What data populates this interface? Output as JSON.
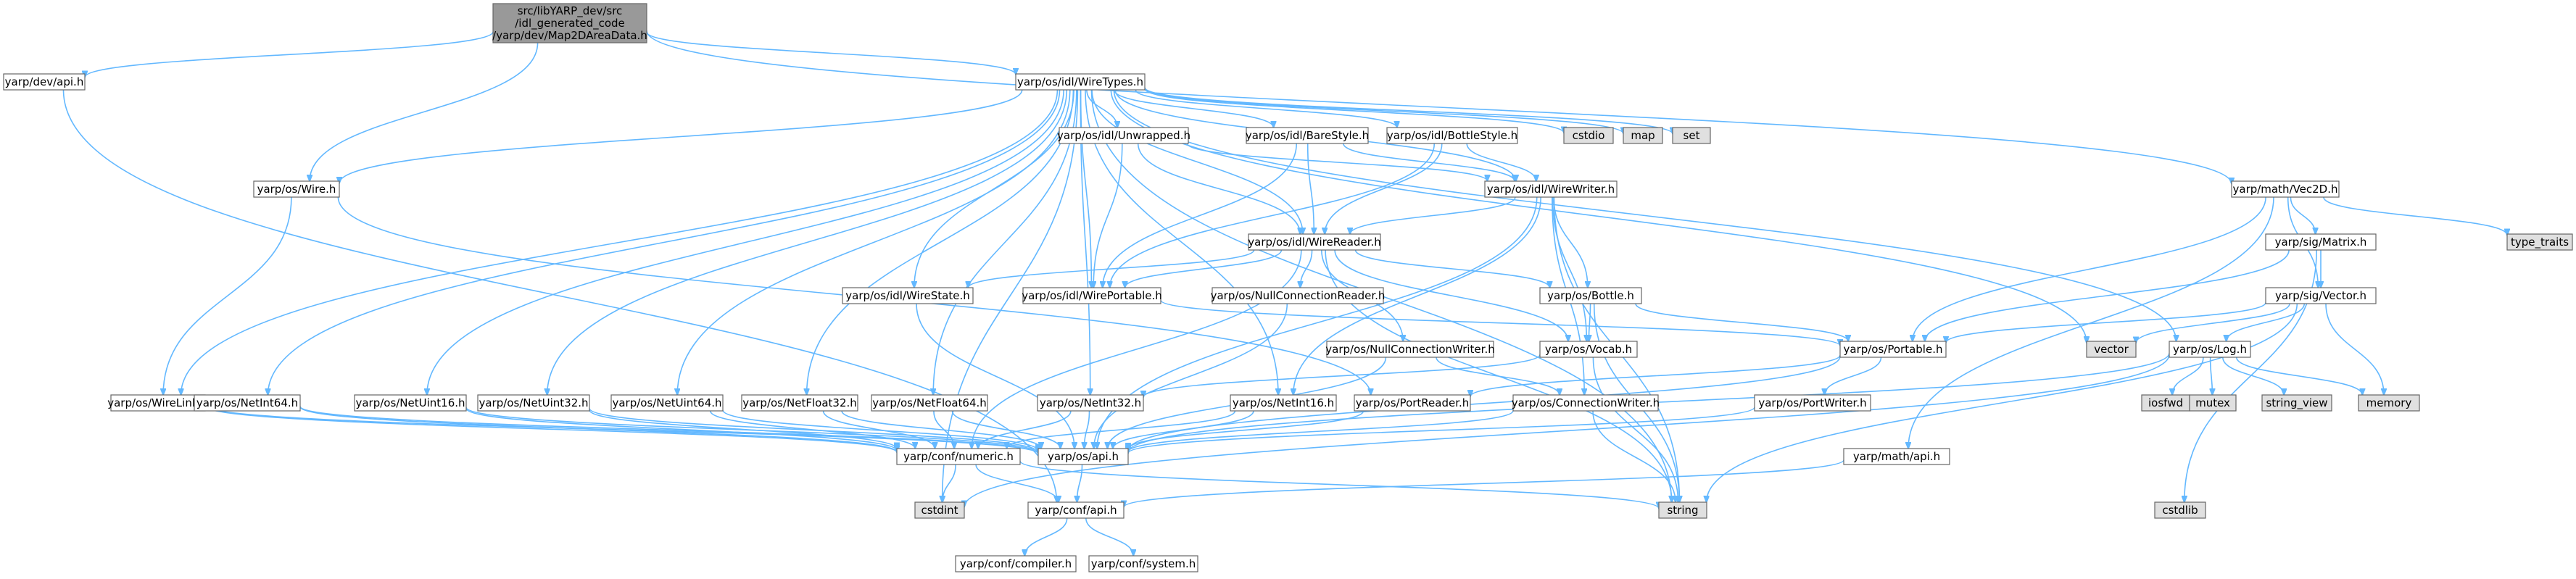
{
  "colors": {
    "edge": "#63b8ff",
    "node_fill": "#ffffff",
    "node_border": "#666666",
    "root_fill": "#999999",
    "system_fill": "#e0e0e0",
    "link_text": "#000000",
    "incomplete_text": "#ff0000"
  },
  "nodes": [
    {
      "id": "root",
      "lines": [
        "src/libYARP_dev/src",
        "/idl_generated_code",
        "/yarp/dev/Map2DAreaData.h"
      ],
      "kind": "root"
    },
    {
      "id": "dev_api",
      "lines": [
        "yarp/dev/api.h"
      ],
      "kind": "file"
    },
    {
      "id": "wiretypes",
      "lines": [
        "yarp/os/idl/WireTypes.h"
      ],
      "kind": "file"
    },
    {
      "id": "vec2d",
      "lines": [
        "yarp/math/Vec2D.h"
      ],
      "kind": "file"
    },
    {
      "id": "wire",
      "lines": [
        "yarp/os/Wire.h"
      ],
      "kind": "file"
    },
    {
      "id": "unwrapped",
      "lines": [
        "yarp/os/idl/Unwrapped.h"
      ],
      "kind": "file"
    },
    {
      "id": "barestyle",
      "lines": [
        "yarp/os/idl/BareStyle.h"
      ],
      "kind": "file"
    },
    {
      "id": "bottlestyle",
      "lines": [
        "yarp/os/idl/BottleStyle.h"
      ],
      "kind": "file"
    },
    {
      "id": "cstdio",
      "lines": [
        "cstdio"
      ],
      "kind": "system"
    },
    {
      "id": "map",
      "lines": [
        "map"
      ],
      "kind": "system"
    },
    {
      "id": "set",
      "lines": [
        "set"
      ],
      "kind": "system"
    },
    {
      "id": "wirewriter",
      "lines": [
        "yarp/os/idl/WireWriter.h"
      ],
      "kind": "file"
    },
    {
      "id": "wirereader",
      "lines": [
        "yarp/os/idl/WireReader.h"
      ],
      "kind": "file"
    },
    {
      "id": "wirestate",
      "lines": [
        "yarp/os/idl/WireState.h"
      ],
      "kind": "file"
    },
    {
      "id": "wireportable",
      "lines": [
        "yarp/os/idl/WirePortable.h"
      ],
      "kind": "file"
    },
    {
      "id": "nullconnreader",
      "lines": [
        "yarp/os/NullConnectionReader.h"
      ],
      "kind": "incomplete"
    },
    {
      "id": "bottle",
      "lines": [
        "yarp/os/Bottle.h"
      ],
      "kind": "incomplete"
    },
    {
      "id": "nullconnwriter",
      "lines": [
        "yarp/os/NullConnectionWriter.h"
      ],
      "kind": "file"
    },
    {
      "id": "vocab",
      "lines": [
        "yarp/os/Vocab.h"
      ],
      "kind": "file"
    },
    {
      "id": "matrix",
      "lines": [
        "yarp/sig/Matrix.h"
      ],
      "kind": "incomplete"
    },
    {
      "id": "sigvector",
      "lines": [
        "yarp/sig/Vector.h"
      ],
      "kind": "incomplete"
    },
    {
      "id": "portable",
      "lines": [
        "yarp/os/Portable.h"
      ],
      "kind": "file"
    },
    {
      "id": "type_traits",
      "lines": [
        "type_traits"
      ],
      "kind": "system"
    },
    {
      "id": "vector",
      "lines": [
        "vector"
      ],
      "kind": "system"
    },
    {
      "id": "log",
      "lines": [
        "yarp/os/Log.h"
      ],
      "kind": "file"
    },
    {
      "id": "wirelink",
      "lines": [
        "yarp/os/WireLink.h"
      ],
      "kind": "file"
    },
    {
      "id": "netint64",
      "lines": [
        "yarp/os/NetInt64.h"
      ],
      "kind": "file"
    },
    {
      "id": "netuint16",
      "lines": [
        "yarp/os/NetUint16.h"
      ],
      "kind": "file"
    },
    {
      "id": "netuint32",
      "lines": [
        "yarp/os/NetUint32.h"
      ],
      "kind": "file"
    },
    {
      "id": "netuint64",
      "lines": [
        "yarp/os/NetUint64.h"
      ],
      "kind": "file"
    },
    {
      "id": "netfloat32",
      "lines": [
        "yarp/os/NetFloat32.h"
      ],
      "kind": "file"
    },
    {
      "id": "netfloat64",
      "lines": [
        "yarp/os/NetFloat64.h"
      ],
      "kind": "file"
    },
    {
      "id": "netint32",
      "lines": [
        "yarp/os/NetInt32.h"
      ],
      "kind": "file"
    },
    {
      "id": "netint16",
      "lines": [
        "yarp/os/NetInt16.h"
      ],
      "kind": "file"
    },
    {
      "id": "portreader",
      "lines": [
        "yarp/os/PortReader.h"
      ],
      "kind": "file"
    },
    {
      "id": "connwriter",
      "lines": [
        "yarp/os/ConnectionWriter.h"
      ],
      "kind": "file"
    },
    {
      "id": "portwriter",
      "lines": [
        "yarp/os/PortWriter.h"
      ],
      "kind": "file"
    },
    {
      "id": "iosfwd",
      "lines": [
        "iosfwd"
      ],
      "kind": "system"
    },
    {
      "id": "mutex",
      "lines": [
        "mutex"
      ],
      "kind": "system"
    },
    {
      "id": "string_view",
      "lines": [
        "string_view"
      ],
      "kind": "system"
    },
    {
      "id": "memory",
      "lines": [
        "memory"
      ],
      "kind": "system"
    },
    {
      "id": "numeric",
      "lines": [
        "yarp/conf/numeric.h"
      ],
      "kind": "incomplete"
    },
    {
      "id": "os_api",
      "lines": [
        "yarp/os/api.h"
      ],
      "kind": "file"
    },
    {
      "id": "math_api",
      "lines": [
        "yarp/math/api.h"
      ],
      "kind": "file"
    },
    {
      "id": "cstdint",
      "lines": [
        "cstdint"
      ],
      "kind": "system"
    },
    {
      "id": "conf_api",
      "lines": [
        "yarp/conf/api.h"
      ],
      "kind": "file"
    },
    {
      "id": "string",
      "lines": [
        "string"
      ],
      "kind": "system"
    },
    {
      "id": "cstdlib",
      "lines": [
        "cstdlib"
      ],
      "kind": "system"
    },
    {
      "id": "compiler",
      "lines": [
        "yarp/conf/compiler.h"
      ],
      "kind": "file"
    },
    {
      "id": "system",
      "lines": [
        "yarp/conf/system.h"
      ],
      "kind": "file"
    }
  ],
  "edges": [
    [
      "root",
      "dev_api"
    ],
    [
      "root",
      "wiretypes"
    ],
    [
      "root",
      "vec2d"
    ],
    [
      "root",
      "wire"
    ],
    [
      "dev_api",
      "conf_api"
    ],
    [
      "wiretypes",
      "wire"
    ],
    [
      "wiretypes",
      "unwrapped"
    ],
    [
      "wiretypes",
      "barestyle"
    ],
    [
      "wiretypes",
      "bottlestyle"
    ],
    [
      "wiretypes",
      "cstdio"
    ],
    [
      "wiretypes",
      "map"
    ],
    [
      "wiretypes",
      "set"
    ],
    [
      "wiretypes",
      "wirewriter"
    ],
    [
      "wiretypes",
      "wirereader"
    ],
    [
      "wiretypes",
      "wirestate"
    ],
    [
      "wiretypes",
      "wireportable"
    ],
    [
      "wiretypes",
      "wirelink"
    ],
    [
      "wiretypes",
      "netint64"
    ],
    [
      "wiretypes",
      "netuint16"
    ],
    [
      "wiretypes",
      "netuint32"
    ],
    [
      "wiretypes",
      "netuint64"
    ],
    [
      "wiretypes",
      "netfloat32"
    ],
    [
      "wiretypes",
      "netfloat64"
    ],
    [
      "wiretypes",
      "netint32"
    ],
    [
      "wiretypes",
      "netint16"
    ],
    [
      "wiretypes",
      "string"
    ],
    [
      "wiretypes",
      "vector"
    ],
    [
      "wiretypes",
      "log"
    ],
    [
      "wiretypes",
      "cstdint"
    ],
    [
      "vec2d",
      "portable"
    ],
    [
      "vec2d",
      "matrix"
    ],
    [
      "vec2d",
      "sigvector"
    ],
    [
      "vec2d",
      "type_traits"
    ],
    [
      "vec2d",
      "math_api"
    ],
    [
      "wire",
      "wirelink"
    ],
    [
      "wire",
      "portreader"
    ],
    [
      "unwrapped",
      "wireportable"
    ],
    [
      "unwrapped",
      "wirereader"
    ],
    [
      "unwrapped",
      "wirewriter"
    ],
    [
      "barestyle",
      "wireportable"
    ],
    [
      "barestyle",
      "wirereader"
    ],
    [
      "barestyle",
      "wirewriter"
    ],
    [
      "bottlestyle",
      "wireportable"
    ],
    [
      "bottlestyle",
      "wirereader"
    ],
    [
      "bottlestyle",
      "wirewriter"
    ],
    [
      "wirewriter",
      "wirereader"
    ],
    [
      "wirewriter",
      "bottle"
    ],
    [
      "wirewriter",
      "vocab"
    ],
    [
      "wirewriter",
      "connwriter"
    ],
    [
      "wirewriter",
      "netint16"
    ],
    [
      "wirewriter",
      "os_api"
    ],
    [
      "wirewriter",
      "string"
    ],
    [
      "wirereader",
      "wirestate"
    ],
    [
      "wirereader",
      "wireportable"
    ],
    [
      "wirereader",
      "nullconnreader"
    ],
    [
      "wirereader",
      "bottle"
    ],
    [
      "wirereader",
      "nullconnwriter"
    ],
    [
      "wirereader",
      "vocab"
    ],
    [
      "wirereader",
      "numeric"
    ],
    [
      "wirereader",
      "string"
    ],
    [
      "wirestate",
      "os_api"
    ],
    [
      "wireportable",
      "portable"
    ],
    [
      "nullconnreader",
      "os_api"
    ],
    [
      "bottle",
      "portable"
    ],
    [
      "bottle",
      "vocab"
    ],
    [
      "bottle",
      "string"
    ],
    [
      "nullconnwriter",
      "connwriter"
    ],
    [
      "nullconnwriter",
      "os_api"
    ],
    [
      "vocab",
      "netint32"
    ],
    [
      "vocab",
      "string"
    ],
    [
      "matrix",
      "sigvector"
    ],
    [
      "matrix",
      "portable"
    ],
    [
      "matrix",
      "cstdlib"
    ],
    [
      "sigvector",
      "portable"
    ],
    [
      "sigvector",
      "log"
    ],
    [
      "sigvector",
      "vector"
    ],
    [
      "sigvector",
      "memory"
    ],
    [
      "sigvector",
      "string"
    ],
    [
      "portable",
      "portreader"
    ],
    [
      "portable",
      "portwriter"
    ],
    [
      "portable",
      "os_api"
    ],
    [
      "log",
      "iosfwd"
    ],
    [
      "log",
      "mutex"
    ],
    [
      "log",
      "string_view"
    ],
    [
      "log",
      "memory"
    ],
    [
      "log",
      "os_api"
    ],
    [
      "log",
      "cstdint"
    ],
    [
      "wirelink",
      "os_api"
    ],
    [
      "wirelink",
      "numeric"
    ],
    [
      "netint64",
      "numeric"
    ],
    [
      "netint64",
      "os_api"
    ],
    [
      "netuint16",
      "numeric"
    ],
    [
      "netuint16",
      "os_api"
    ],
    [
      "netuint32",
      "numeric"
    ],
    [
      "netuint32",
      "os_api"
    ],
    [
      "netuint64",
      "numeric"
    ],
    [
      "netuint64",
      "os_api"
    ],
    [
      "netfloat32",
      "numeric"
    ],
    [
      "netfloat32",
      "os_api"
    ],
    [
      "netfloat64",
      "numeric"
    ],
    [
      "netfloat64",
      "os_api"
    ],
    [
      "netint32",
      "numeric"
    ],
    [
      "netint32",
      "os_api"
    ],
    [
      "netint16",
      "numeric"
    ],
    [
      "netint16",
      "os_api"
    ],
    [
      "portreader",
      "os_api"
    ],
    [
      "connwriter",
      "os_api"
    ],
    [
      "connwriter",
      "string"
    ],
    [
      "portwriter",
      "os_api"
    ],
    [
      "numeric",
      "conf_api"
    ],
    [
      "numeric",
      "cstdint"
    ],
    [
      "numeric",
      "string"
    ],
    [
      "os_api",
      "conf_api"
    ],
    [
      "math_api",
      "conf_api"
    ],
    [
      "conf_api",
      "compiler"
    ],
    [
      "conf_api",
      "system"
    ]
  ]
}
